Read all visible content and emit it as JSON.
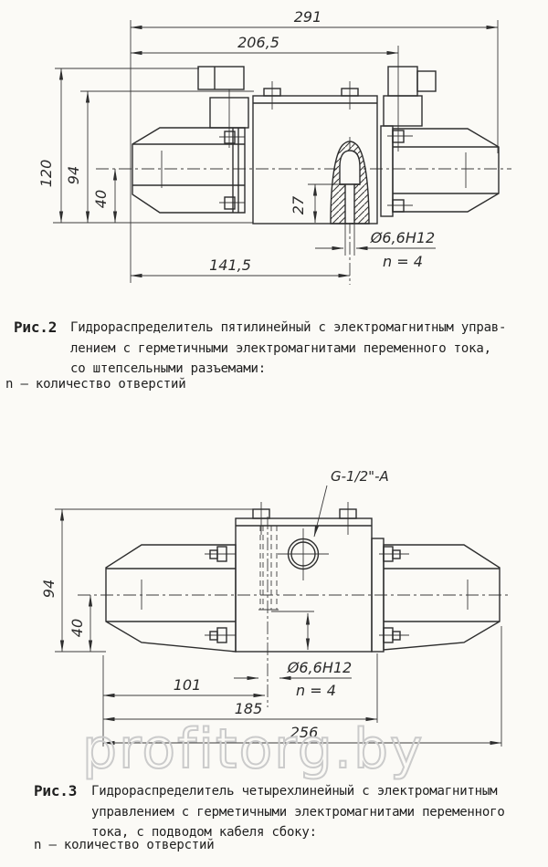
{
  "watermark": {
    "text": "profitorg.by",
    "color": "#cbcbcb"
  },
  "fig2": {
    "label": "Рис.2",
    "caption_line1": "Гидрораспределитель пятилинейный с электромагнитным управ-",
    "caption_line2": "лением с герметичными электромагнитами переменного тока,",
    "caption_line3": "со штепсельными разъемами:",
    "note": "n – количество отверстий",
    "dims": {
      "width_overall": "291",
      "width_body": "206,5",
      "height_overall": "120",
      "height_body": "94",
      "height_axis": "40",
      "hole_depth": "27",
      "width_mount": "141,5",
      "hole_spec": "Ø6,6H12",
      "hole_count": "n = 4"
    }
  },
  "fig3": {
    "label": "Рис.3",
    "caption_line1": "Гидрораспределитель четырехлинейный с электромагнитным",
    "caption_line2": "управлением с герметичными электромагнитами переменного",
    "caption_line3": "тока, с подводом кабеля сбоку:",
    "note": "n – количество отверстий",
    "dims": {
      "thread": "G-1/2\"-A",
      "height_body": "94",
      "height_axis": "40",
      "width_mount1": "101",
      "width_mount2": "185",
      "width_overall": "256",
      "hole_spec": "Ø6,6H12",
      "hole_count": "n = 4"
    }
  }
}
